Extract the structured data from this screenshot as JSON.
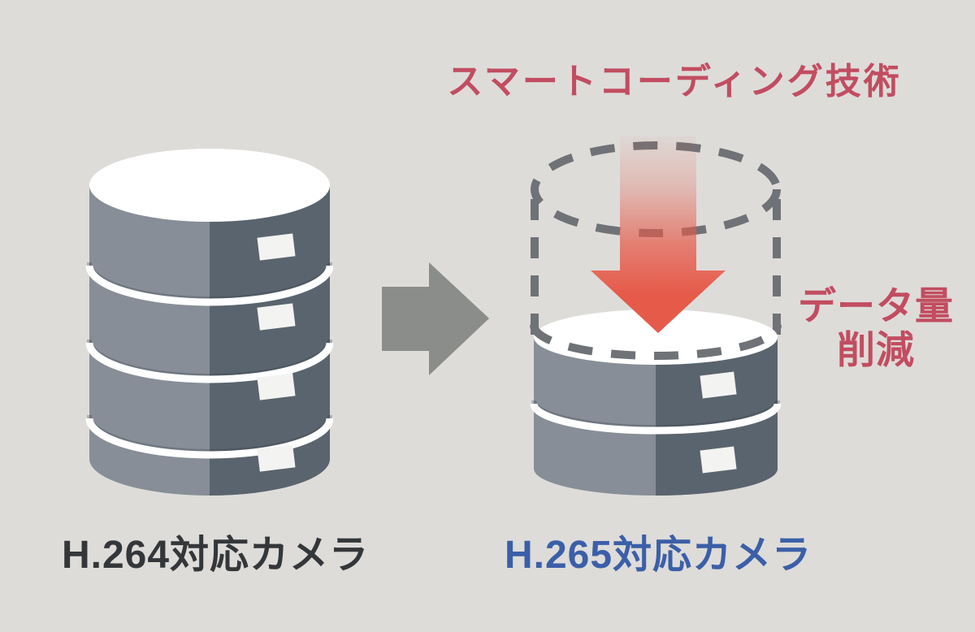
{
  "diagram": {
    "title": "スマートコーディング技術",
    "annotation": {
      "line1": "データ量",
      "line2": "削減"
    },
    "left_database": {
      "label": "H.264対応カメラ",
      "layers": 4
    },
    "right_database": {
      "label": "H.265対応カメラ",
      "layers": 2
    },
    "colors": {
      "background": "#dedcd9",
      "accent_red_text": "#c24d60",
      "compression_arrow_red": "#e65a4a",
      "h265_label_blue": "#3b5fa8",
      "h264_label_dark": "#34373a",
      "cylinder_light_gray": "#878e97",
      "cylinder_dark_gray": "#5a646e",
      "transform_arrow_gray": "#8b8d8b",
      "dashed_outline_gray": "#6f7276",
      "cylinder_top_white": "#ffffff"
    }
  }
}
